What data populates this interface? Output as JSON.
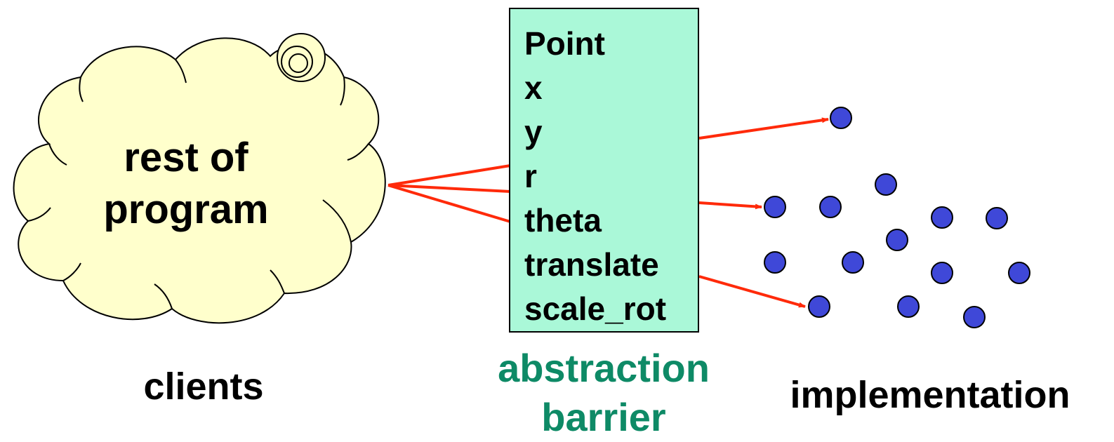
{
  "cloud": {
    "line1": "rest of",
    "line2": "program"
  },
  "barrier": {
    "items": [
      "Point",
      "x",
      "y",
      "r",
      "theta",
      "translate",
      "scale_rot"
    ],
    "fill": "#aaf8d8"
  },
  "captions": {
    "clients": "clients",
    "barrier_line1": "abstraction",
    "barrier_line2": "barrier",
    "implementation": "implementation"
  },
  "colors": {
    "cloud_fill": "#ffffcc",
    "arrow": "#ff2a0a",
    "dot": "#3f48d8",
    "caption_barrier": "#0e8a66"
  }
}
